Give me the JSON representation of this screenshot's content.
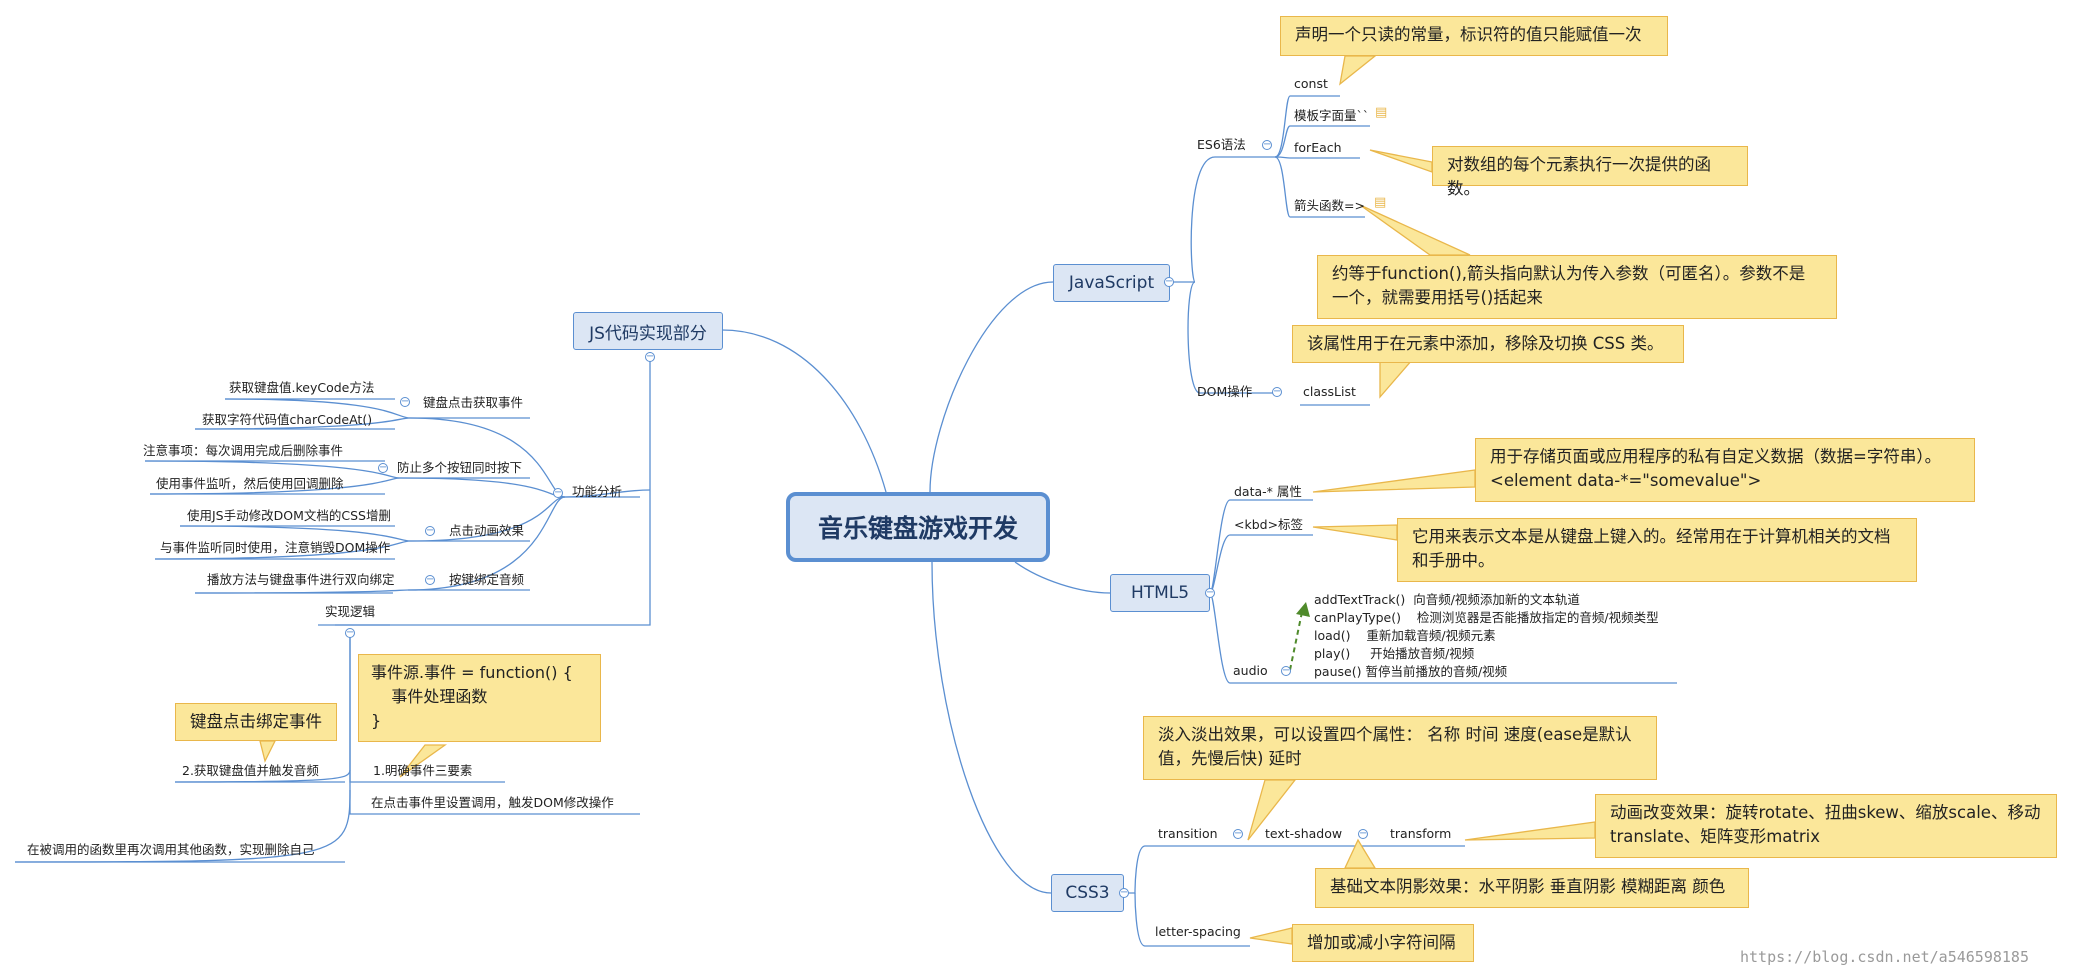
{
  "title": "音乐键盘游戏开发",
  "js_part": {
    "label": "JS代码实现部分",
    "feature": {
      "label": "功能分析",
      "groups": [
        {
          "label": "键盘点击获取事件",
          "items": [
            "获取键盘值.keyCode方法",
            "获取字符代码值charCodeAt()"
          ]
        },
        {
          "label": "防止多个按钮同时按下",
          "items": [
            "注意事项：每次调用完成后删除事件",
            "使用事件监听，然后使用回调删除"
          ]
        },
        {
          "label": "点击动画效果",
          "items": [
            "使用JS手动修改DOM文档的CSS增删",
            "与事件监听同时使用，注意销毁DOM操作"
          ]
        },
        {
          "label": "按键绑定音频",
          "items": [
            "播放方法与键盘事件进行双向绑定"
          ]
        }
      ]
    },
    "logic": {
      "label": "实现逻辑",
      "step1": "1.明确事件三要素",
      "step1_note": [
        "事件源.事件 = function() {",
        "    事件处理函数",
        "}"
      ],
      "step2": "2.获取键盘值并触发音频",
      "step2_note": "键盘点击绑定事件",
      "step3": "在点击事件里设置调用，触发DOM修改操作",
      "step4": "在被调用的函数里再次调用其他函数，实现删除自己"
    }
  },
  "javascript": {
    "label": "JavaScript",
    "es6": {
      "label": "ES6语法",
      "const": "const",
      "const_note": "声明一个只读的常量，标识符的值只能赋值一次",
      "template": "模板字面量``",
      "foreach": "forEach",
      "foreach_note": "对数组的每个元素执行一次提供的函数。",
      "arrow": "箭头函数=>",
      "arrow_note": [
        "约等于function(),箭头指向默认为传入参数（可匿名）。参数不是",
        "一个，就需要用括号()括起来"
      ]
    },
    "dom": {
      "label": "DOM操作",
      "classlist": "classList",
      "classlist_note": "该属性用于在元素中添加，移除及切换 CSS 类。"
    }
  },
  "html5": {
    "label": "HTML5",
    "data_attr": "data-* 属性",
    "data_note": [
      "用于存储页面或应用程序的私有自定义数据（数据=字符串）。",
      "<element data-*=\"somevalue\">"
    ],
    "kbd": "<kbd>标签",
    "kbd_note": [
      "它用来表示文本是从键盘上键入的。经常用在于计算机相关的文档",
      "和手册中。"
    ],
    "audio": "audio",
    "audio_methods": [
      "addTextTrack()  向音频/视频添加新的文本轨道",
      "canPlayType()    检测浏览器是否能播放指定的音频/视频类型",
      "load()    重新加载音频/视频元素",
      "play()     开始播放音频/视频",
      "pause() 暂停当前播放的音频/视频"
    ]
  },
  "css3": {
    "label": "CSS3",
    "transition": "transition",
    "transition_note": [
      "淡入淡出效果，可以设置四个属性： 名称 时间 速度(ease是默认",
      "值，先慢后快) 延时"
    ],
    "text_shadow": "text-shadow",
    "shadow_note": "基础文本阴影效果：水平阴影 垂直阴影 模糊距离 颜色",
    "transform": "transform",
    "transform_note": [
      "动画改变效果：旋转rotate、扭曲skew、缩放scale、移动",
      "translate、矩阵变形matrix"
    ],
    "letter_spacing": "letter-spacing",
    "spacing_note": "增加或减小字符间隔"
  },
  "watermark": "https://blog.csdn.net/a546598185",
  "colors": {
    "branch": "#5b8fd1",
    "topic_fill": "#dce6f4",
    "note_fill": "#fbe79a",
    "note_border": "#e9b74b",
    "arrow": "#4f8a2b"
  }
}
